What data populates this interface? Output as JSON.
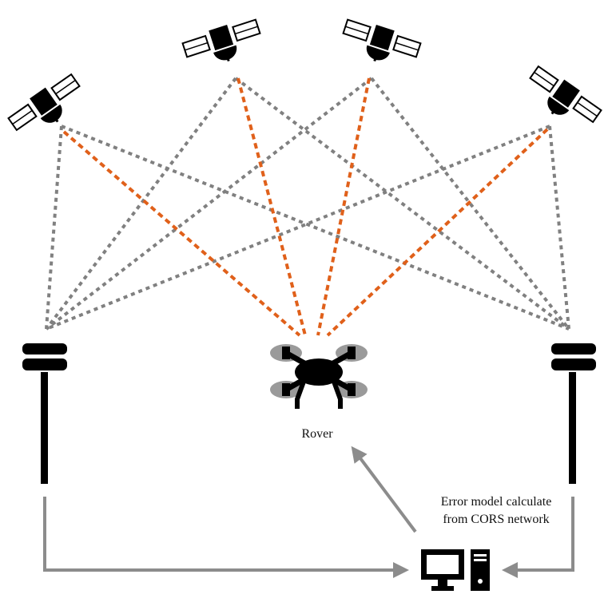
{
  "diagram": {
    "rover_label": "Rover",
    "note_line1": "Error model calculate",
    "note_line2": "from CORS network"
  },
  "colors": {
    "background": "#ffffff",
    "icon": "#000000",
    "signal_reference": "#808080",
    "signal_rover": "#e0601a",
    "connector": "#8c8c8c",
    "propeller": "#9a9a9a"
  },
  "icons": [
    "satellite-icon",
    "gnss-base-station-icon",
    "drone-icon",
    "computer-icon"
  ]
}
